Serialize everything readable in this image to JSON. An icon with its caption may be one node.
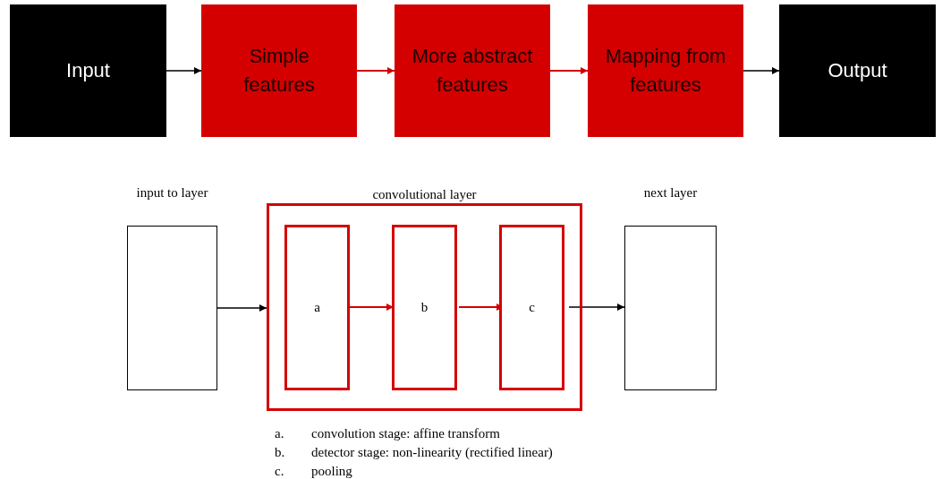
{
  "diagram": {
    "nodes": [
      {
        "text": [
          "Input"
        ]
      },
      {
        "text": [
          "Simple features"
        ]
      },
      {
        "text": [
          "More abstract features"
        ]
      },
      {
        "text": [
          "Mapping from features"
        ]
      },
      {
        "text": [
          "Output"
        ]
      },
      {
        "text": [
          "input to layer"
        ]
      },
      {
        "text": [
          "convolutional layer"
        ]
      },
      {
        "text": [
          "a"
        ],
        "in": 6
      },
      {
        "text": [
          "b"
        ],
        "in": 6
      },
      {
        "text": [
          "c"
        ],
        "in": 6
      },
      {
        "text": [
          "next layer"
        ]
      }
    ],
    "edges": [
      {
        "from": 0,
        "to": 1,
        "arrow": "to",
        "color": "#000000"
      },
      {
        "from": 1,
        "to": 2,
        "arrow": "to",
        "color": "#d40000"
      },
      {
        "from": 2,
        "to": 3,
        "arrow": "to",
        "color": "#d40000"
      },
      {
        "from": 3,
        "to": 4,
        "arrow": "to",
        "color": "#000000"
      },
      {
        "from": 5,
        "to": 6,
        "arrow": "to",
        "color": "#000000"
      },
      {
        "from": 7,
        "to": 8,
        "arrow": "to",
        "color": "#d40000"
      },
      {
        "from": 8,
        "to": 9,
        "arrow": "to",
        "color": "#d40000"
      },
      {
        "from": 9,
        "to": 10,
        "arrow": "to",
        "color": "#000000"
      }
    ],
    "labels": [
      "a.",
      "convolution stage: affine transform",
      "b.",
      "detector stage: non-linearity (rectified linear)",
      "c.",
      "pooling"
    ]
  }
}
